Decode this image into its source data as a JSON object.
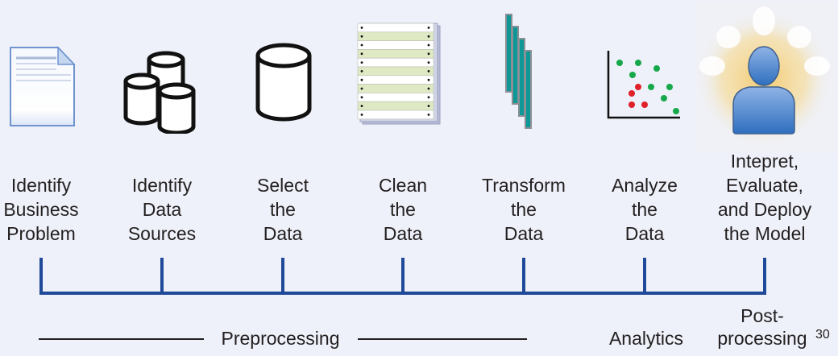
{
  "title": "Data mining process steps",
  "steps": [
    {
      "label": "Identify\nBusiness\nProblem",
      "icon": "document-icon"
    },
    {
      "label": "Identify\nData\nSources",
      "icon": "databases-icon"
    },
    {
      "label": "Select\nthe\nData",
      "icon": "database-icon"
    },
    {
      "label": "Clean\nthe\nData",
      "icon": "printout-stack-icon"
    },
    {
      "label": "Transform\nthe\nData",
      "icon": "staggered-bars-icon"
    },
    {
      "label": "Analyze\nthe\nData",
      "icon": "scatter-plot-icon"
    },
    {
      "label": "Intepret,\nEvaluate,\nand Deploy\nthe Model",
      "icon": "person-ideas-icon"
    }
  ],
  "phases": {
    "preprocessing": "Preprocessing",
    "analytics": "Analytics",
    "postprocessing": "Post-\nprocessing"
  },
  "page_number": "30",
  "colors": {
    "background": "#eef1f9",
    "timeline": "#1f4a9a",
    "teal": "#0e9797",
    "green_dot": "#16a84a",
    "red_dot": "#e0202a"
  }
}
